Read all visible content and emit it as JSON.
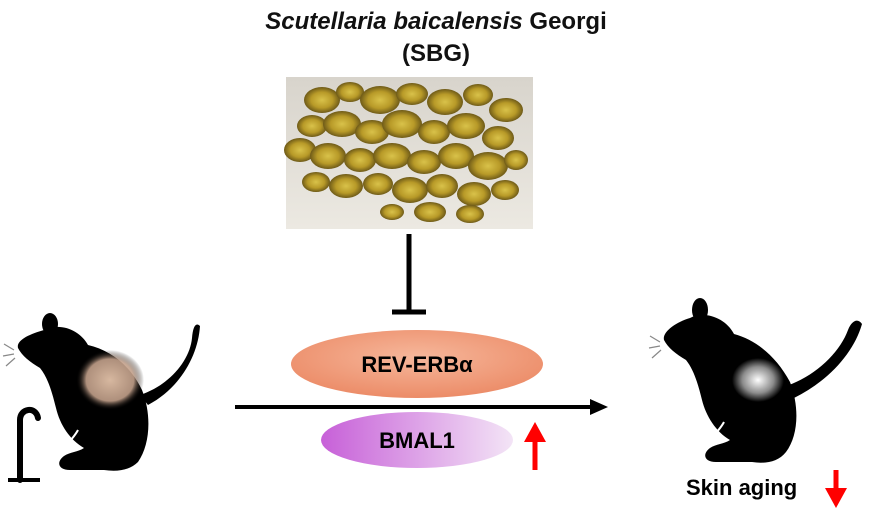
{
  "title": {
    "italic": "Scutellaria baicalensis",
    "rest": " Georgi",
    "abbr": "(SBG)"
  },
  "nodes": {
    "rev_erb": "REV-ERBα",
    "bmal1": "BMAL1"
  },
  "outcome": {
    "label": "Skin aging"
  },
  "colors": {
    "rev_erb_fill": "#f09a78",
    "bmal1_fill": "#cf74dd",
    "up_arrow": "#ff0000",
    "down_arrow": "#ff0000",
    "mouse": "#000000"
  },
  "icons": [
    "herb-photo",
    "old-mouse-icon",
    "young-mouse-icon",
    "inhibition-bar-icon",
    "up-arrow-icon",
    "down-arrow-icon"
  ]
}
